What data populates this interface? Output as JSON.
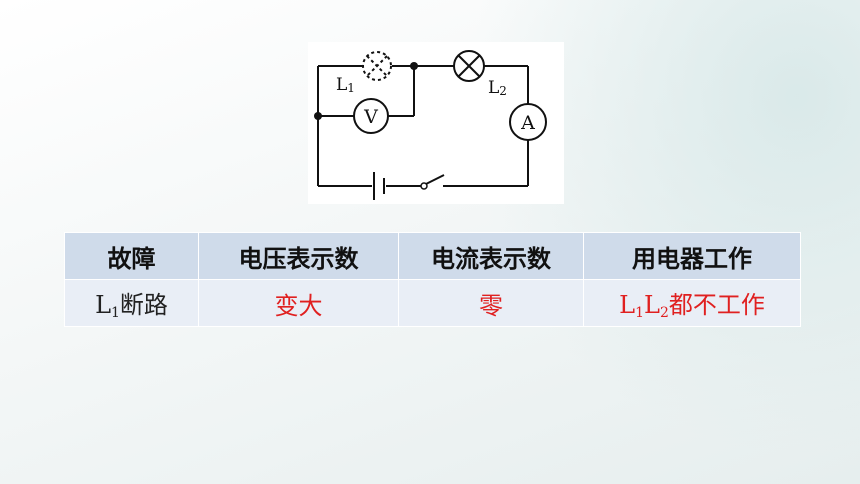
{
  "circuit": {
    "lamp1_label": "L",
    "lamp1_sub": "1",
    "lamp2_label": "L",
    "lamp2_sub": "2",
    "voltmeter_symbol": "V",
    "ammeter_symbol": "A"
  },
  "table": {
    "headers": [
      "故障",
      "电压表示数",
      "电流表示数",
      "用电器工作"
    ],
    "row": {
      "fault_main": "L",
      "fault_sub": "1",
      "fault_rest": "断路",
      "voltage": "变大",
      "current": "零",
      "work_a": "L",
      "work_a_sub": "1",
      "work_b": "L",
      "work_b_sub": "2",
      "work_rest": "都不工作"
    }
  },
  "colors": {
    "answer": "#e02020",
    "header_bg": "#cfdbea",
    "row_bg": "#e9eef6"
  }
}
